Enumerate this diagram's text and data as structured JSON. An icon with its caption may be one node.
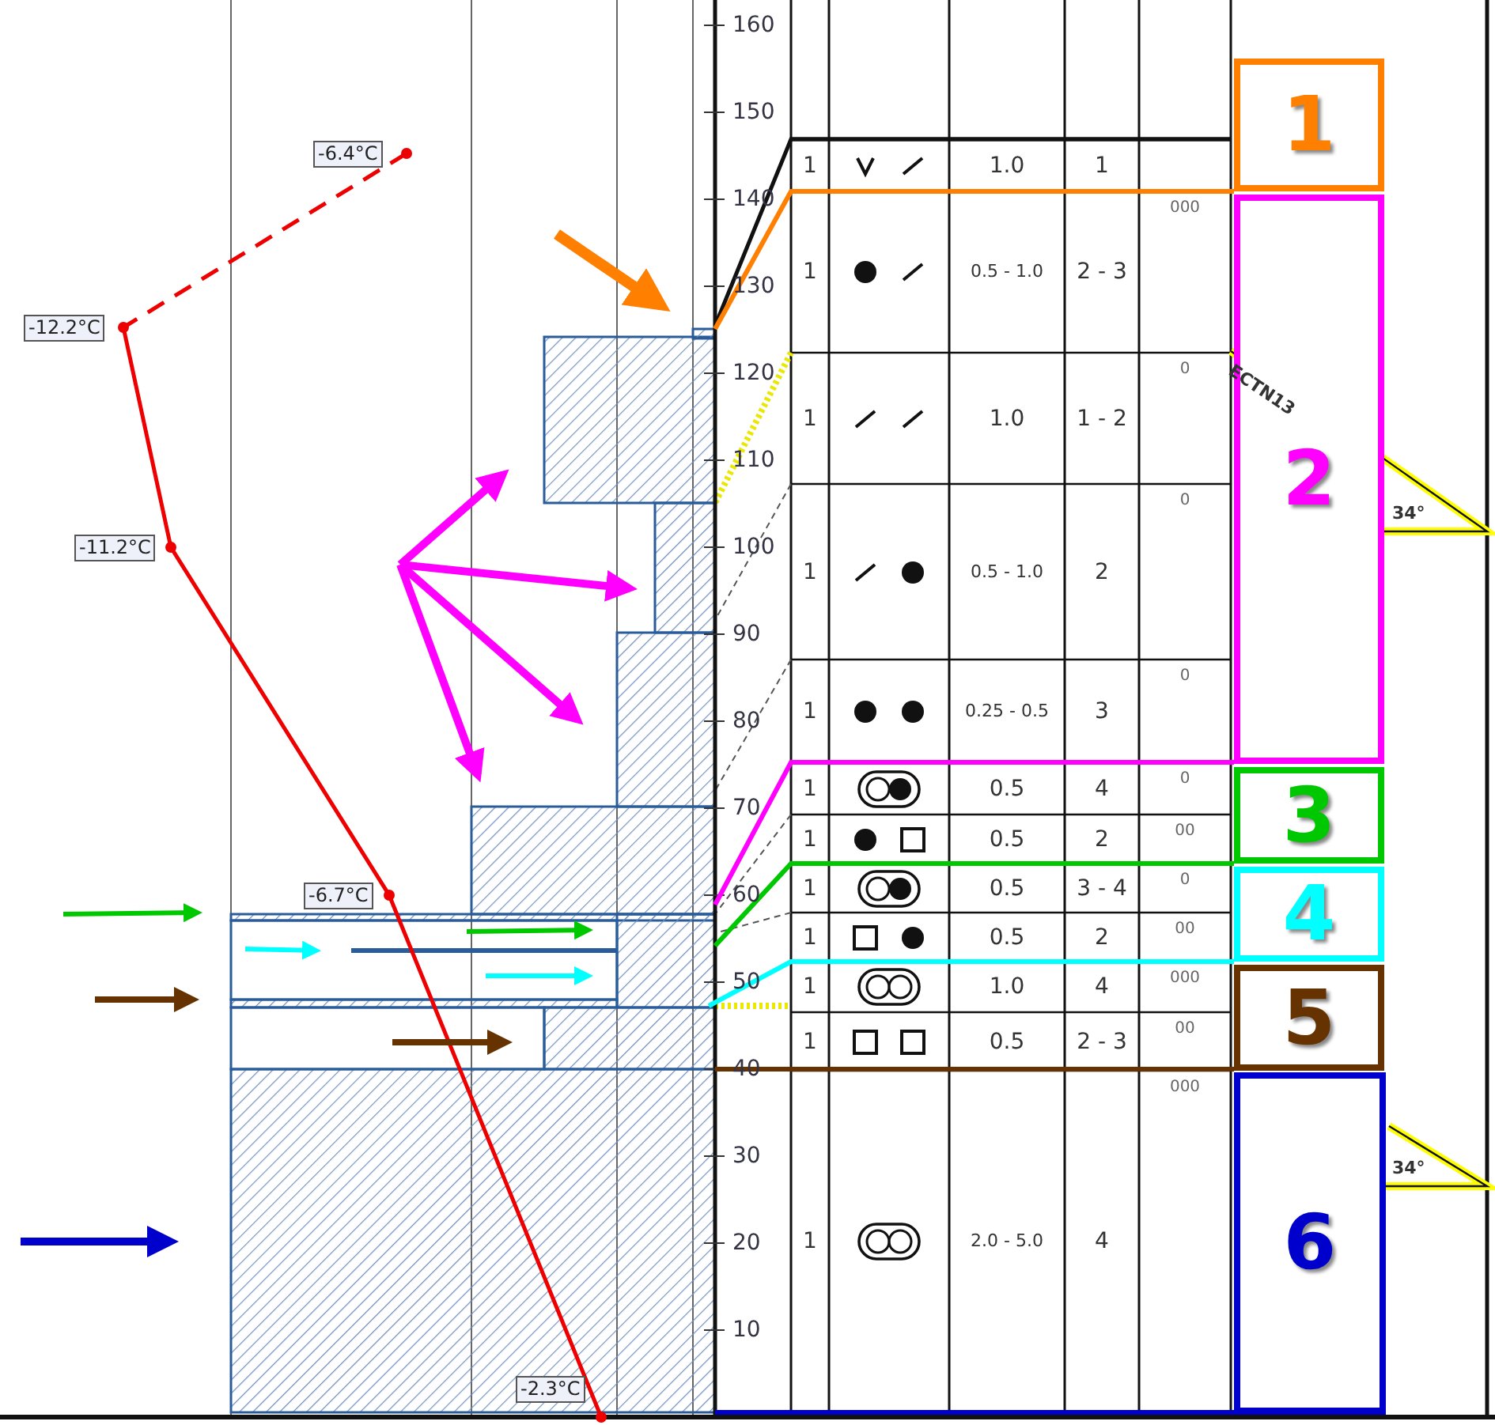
{
  "diagram": {
    "nodes": [
      {
        "text": [
          "1"
        ]
      },
      {
        "text": [
          "2"
        ]
      },
      {
        "text": [
          "3"
        ]
      },
      {
        "text": [
          "4"
        ]
      },
      {
        "text": [
          "5"
        ]
      },
      {
        "text": [
          "6"
        ]
      }
    ],
    "labels": [
      "160",
      "150",
      "140",
      "130",
      "120",
      "110",
      "100",
      "90",
      "80",
      "70",
      "60",
      "50",
      "40",
      "30",
      "20",
      "10",
      "-6.4°C",
      "-12.2°C",
      "-11.2°C",
      "-6.7°C",
      "-2.3°C",
      "1",
      "1.0",
      "1",
      "1",
      "0.5 - 1.0",
      "2 - 3",
      "000",
      "1",
      "1.0",
      "1 - 2",
      "0",
      "1",
      "0.5 - 1.0",
      "2",
      "0",
      "1",
      "0.25 - 0.5",
      "3",
      "0",
      "1",
      "0.5",
      "4",
      "0",
      "1",
      "0.5",
      "2",
      "00",
      "1",
      "0.5",
      "3 - 4",
      "0",
      "1",
      "0.5",
      "2",
      "00",
      "1",
      "1.0",
      "4",
      "000",
      "1",
      "0.5",
      "2 - 3",
      "00",
      "1",
      "2.0 - 5.0",
      "4",
      "000",
      "ECTN13",
      "34°",
      "34°"
    ]
  }
}
